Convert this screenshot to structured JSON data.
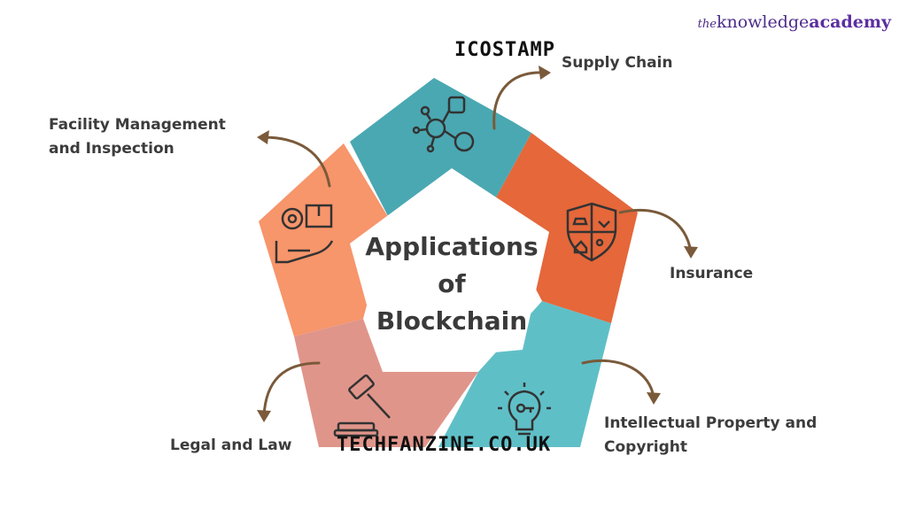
{
  "logo": {
    "prefix": "the",
    "main": "knowledge",
    "accent": "academy"
  },
  "watermarks": {
    "top": "ICOSTAMP",
    "bottom": "TECHFANZINE.CO.UK"
  },
  "center": {
    "line1": "Applications",
    "line2": "of",
    "line3": "Blockchain"
  },
  "segments": [
    {
      "label": "Supply Chain",
      "icon": "network-icon",
      "color": "#4aa8b2"
    },
    {
      "label": "Insurance",
      "icon": "shield-icon",
      "color": "#e5673a"
    },
    {
      "label_line1": "Intellectual Property and",
      "label_line2": "Copyright",
      "icon": "lightbulb-key-icon",
      "color": "#5fbfc7"
    },
    {
      "label": "Legal and Law",
      "icon": "gavel-icon",
      "color": "#e0958a"
    },
    {
      "label_line1": "Facility Management",
      "label_line2": "and Inspection",
      "icon": "gear-box-hand-icon",
      "color": "#f7956b"
    }
  ],
  "colors": {
    "text": "#3c3c3c",
    "arrow": "#7a5a3a",
    "icon_stroke": "#333333"
  }
}
